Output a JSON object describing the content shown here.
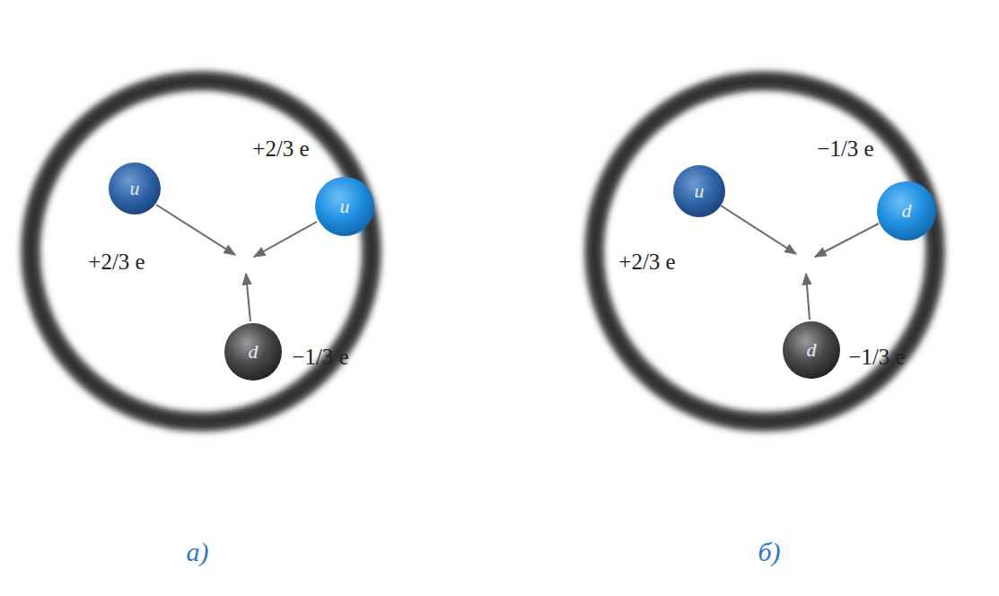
{
  "diagram": {
    "nodes": [
      {
        "text": [
          "а)"
        ]
      },
      {
        "text": [
          "u",
          "+2/3 e"
        ],
        "in": 0
      },
      {
        "text": [
          "u",
          "+2/3 e"
        ],
        "in": 0
      },
      {
        "text": [
          "d",
          "−1/3 e"
        ],
        "in": 0
      },
      {
        "text": [
          "б)"
        ]
      },
      {
        "text": [
          "u",
          "+2/3 e"
        ],
        "in": 4
      },
      {
        "text": [
          "d",
          "−1/3 e"
        ],
        "in": 4
      },
      {
        "text": [
          "d",
          "−1/3 e"
        ],
        "in": 4
      }
    ]
  }
}
